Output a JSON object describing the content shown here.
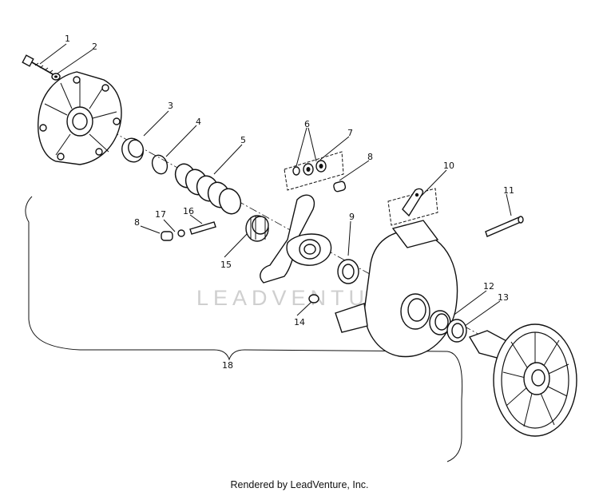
{
  "callouts": [
    "1",
    "2",
    "3",
    "4",
    "5",
    "6",
    "7",
    "8",
    "8",
    "9",
    "10",
    "11",
    "12",
    "13",
    "14",
    "15",
    "16",
    "17",
    "18"
  ],
  "watermark": "LEADVENTURE",
  "footer": "Rendered by LeadVenture, Inc."
}
